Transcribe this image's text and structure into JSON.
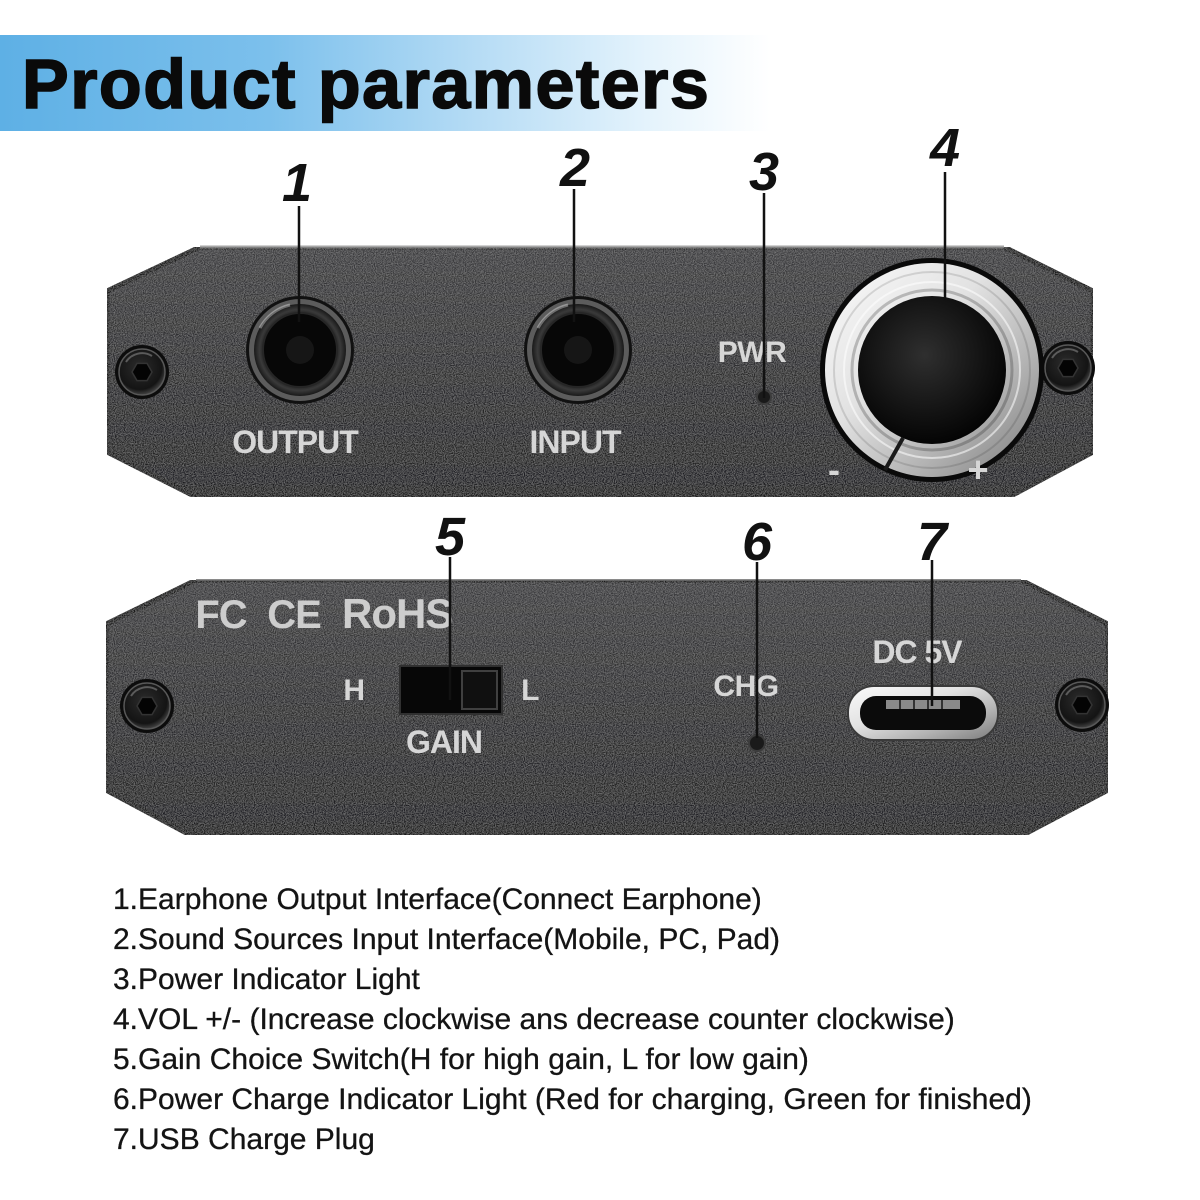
{
  "header": {
    "title": "Product parameters"
  },
  "callouts": {
    "n1": "1",
    "n2": "2",
    "n3": "3",
    "n4": "4",
    "n5": "5",
    "n6": "6",
    "n7": "7"
  },
  "top_panel": {
    "output_label": "OUTPUT",
    "input_label": "INPUT",
    "power_led_label": "PWR",
    "volume_minus": "-",
    "volume_plus": "+"
  },
  "bottom_panel": {
    "marks": {
      "fcc": "FC",
      "ce": "CE",
      "rohs": "RoHS"
    },
    "gain_high": "H",
    "gain_low": "L",
    "gain_label": "GAIN",
    "charge_led_label": "CHG",
    "dc_input_label": "DC 5V"
  },
  "parameters": [
    "1.Earphone Output Interface(Connect Earphone)",
    "2.Sound Sources Input Interface(Mobile, PC, Pad)",
    "3.Power Indicator Light",
    "4.VOL +/- (Increase clockwise ans decrease counter clockwise)",
    "5.Gain Choice Switch(H for high gain, L for low gain)",
    "6.Power Charge Indicator Light (Red for charging, Green for finished)",
    "7.USB Charge Plug"
  ],
  "icons": {
    "screw": "screw-icon",
    "jack": "headphone-jack-icon",
    "knob": "volume-knob-icon",
    "led": "led-indicator-icon",
    "switch": "gain-switch-icon",
    "usb": "micro-usb-port-icon"
  },
  "colors": {
    "banner": "#5eb0e5",
    "panel": "#2a2a2c",
    "panel_text": "#d6d6d6",
    "body_text": "#141414"
  }
}
